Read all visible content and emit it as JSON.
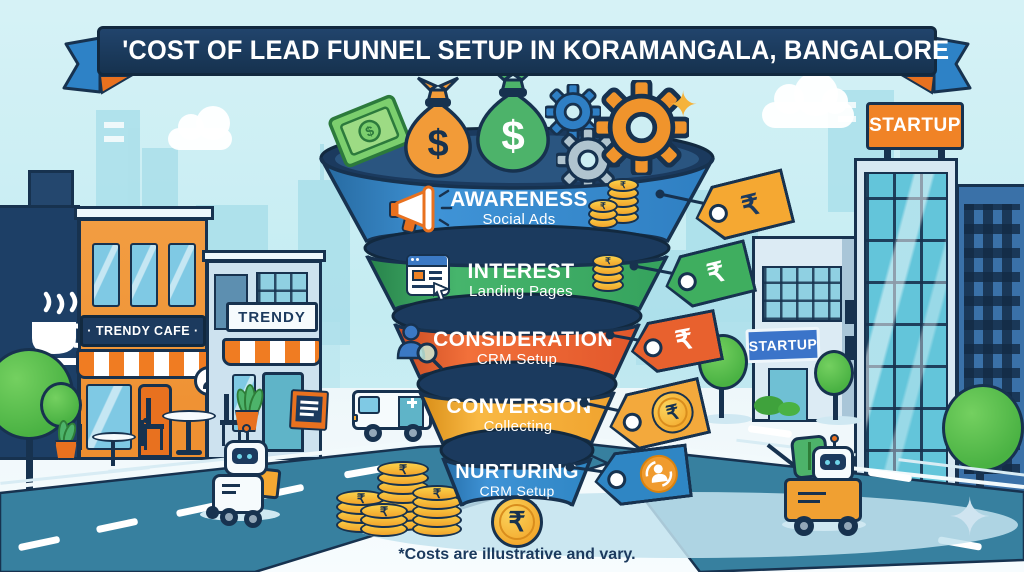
{
  "banner": {
    "title": "'COST OF LEAD FUNNEL SETUP IN KORAMANGALA, BANGALORE"
  },
  "funnel": {
    "stages": [
      {
        "label": "AWARENESS",
        "sublabel": "Social Ads"
      },
      {
        "label": "INTEREST",
        "sublabel": "Landing Pages"
      },
      {
        "label": "CONSIDERATION",
        "sublabel": "CRM Setup"
      },
      {
        "label": "CONVERSION",
        "sublabel": "Collecting"
      },
      {
        "label": "NURTURING",
        "sublabel": "CRM Setup"
      }
    ]
  },
  "signs": {
    "cafe": "· TRENDY CAFE ·",
    "trendy": "TRENDY",
    "startup_rooftop": "STARTUP",
    "startup_entrance": "STARTUP",
    "startup_side": "STARTUP"
  },
  "currency": {
    "rupee": "₹",
    "dollar": "$"
  },
  "decor": {
    "sparkle": "✦"
  },
  "footer": {
    "note": "*Costs are illustrative and vary."
  },
  "colors": {
    "banner_navy": "#1c3a5e",
    "awareness_blue": "#2f7fc2",
    "interest_green": "#35a25d",
    "consideration_orange": "#e2572b",
    "conversion_amber": "#f0a32f",
    "nurturing_blue": "#2f86c4",
    "coin_gold": "#f7b733",
    "road_teal": "#37809f",
    "sky": "#c9edf2",
    "sign_orange": "#f08326",
    "sign_blue": "#3b74c9"
  }
}
